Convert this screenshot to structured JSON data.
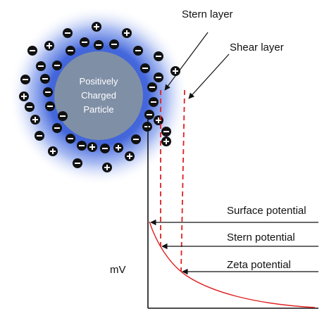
{
  "particle": {
    "line1": "Positively",
    "line2": "Charged",
    "line3": "Particle"
  },
  "labels": {
    "stern_layer": "Stern layer",
    "shear_layer": "Shear layer",
    "surface_potential": "Surface potential",
    "stern_potential": "Stern potential",
    "zeta_potential": "Zeta potential",
    "y_axis": "mV"
  },
  "ion_symbols": {
    "negative": "−",
    "positive": "+"
  },
  "colors": {
    "particle_fill": "#7f8fa6",
    "halo": "#3a5fd9",
    "dashed_lines": "#e02020",
    "decay_curve": "#e02020",
    "ion_fill": "#111111",
    "axis": "#111111"
  }
}
